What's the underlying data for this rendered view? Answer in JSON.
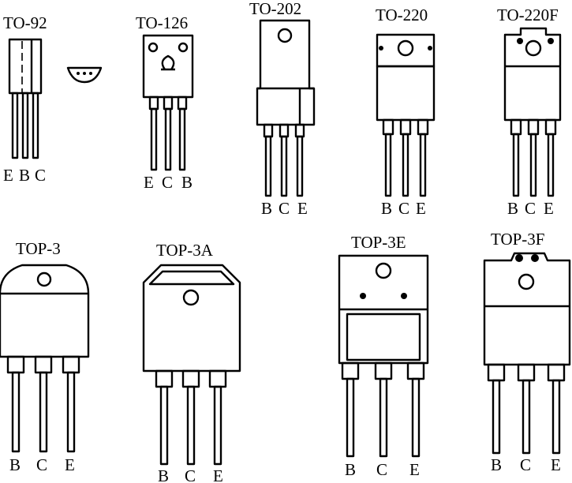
{
  "packages": [
    {
      "name": "TO-92",
      "pins": [
        "E",
        "B",
        "C"
      ]
    },
    {
      "name": "TO-126",
      "pins": [
        "E",
        "C",
        "B"
      ]
    },
    {
      "name": "TO-202",
      "pins": [
        "B",
        "C",
        "E"
      ]
    },
    {
      "name": "TO-220",
      "pins": [
        "B",
        "C",
        "E"
      ]
    },
    {
      "name": "TO-220F",
      "pins": [
        "B",
        "C",
        "E"
      ]
    },
    {
      "name": "TOP-3",
      "pins": [
        "B",
        "C",
        "E"
      ]
    },
    {
      "name": "TOP-3A",
      "pins": [
        "B",
        "C",
        "E"
      ]
    },
    {
      "name": "TOP-3E",
      "pins": [
        "B",
        "C",
        "E"
      ]
    },
    {
      "name": "TOP-3F",
      "pins": [
        "B",
        "C",
        "E"
      ]
    }
  ]
}
